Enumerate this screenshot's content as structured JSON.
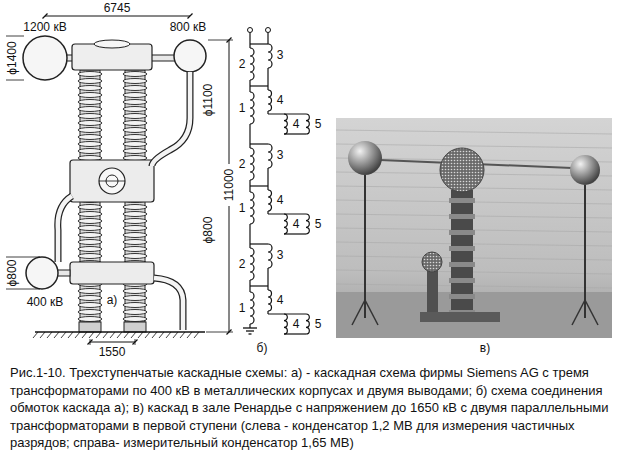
{
  "diagram": {
    "caption": "Рис.1-10. Трехступенчатые каскадные схемы: а) - каскадная схема фирмы Siemens AG с тремя трансформаторами по 400 кВ в металлических корпусах и двумя выводами; б) схема соединения обмоток каскада а); в) каскад в зале Ренардье с напряжением до 1650 кВ с двумя параллельными трансформаторами в первой ступени (слева - конденсатор 1,2 МВ для измерения частичных разрядов; справа- измерительный конденсатор 1,65 МВ)",
    "labels": [
      "6745",
      "1200 кВ",
      "800 кВ",
      "ϕ1400",
      "ϕ1100",
      "11000",
      "ϕ800",
      "ϕ800",
      "400 кВ",
      "1550",
      "а)",
      "3",
      "2",
      "4",
      "1",
      "4",
      "5",
      "3",
      "2",
      "4",
      "1",
      "4",
      "5",
      "3",
      "2",
      "4",
      "1",
      "4",
      "5",
      "б)",
      "в)"
    ]
  }
}
